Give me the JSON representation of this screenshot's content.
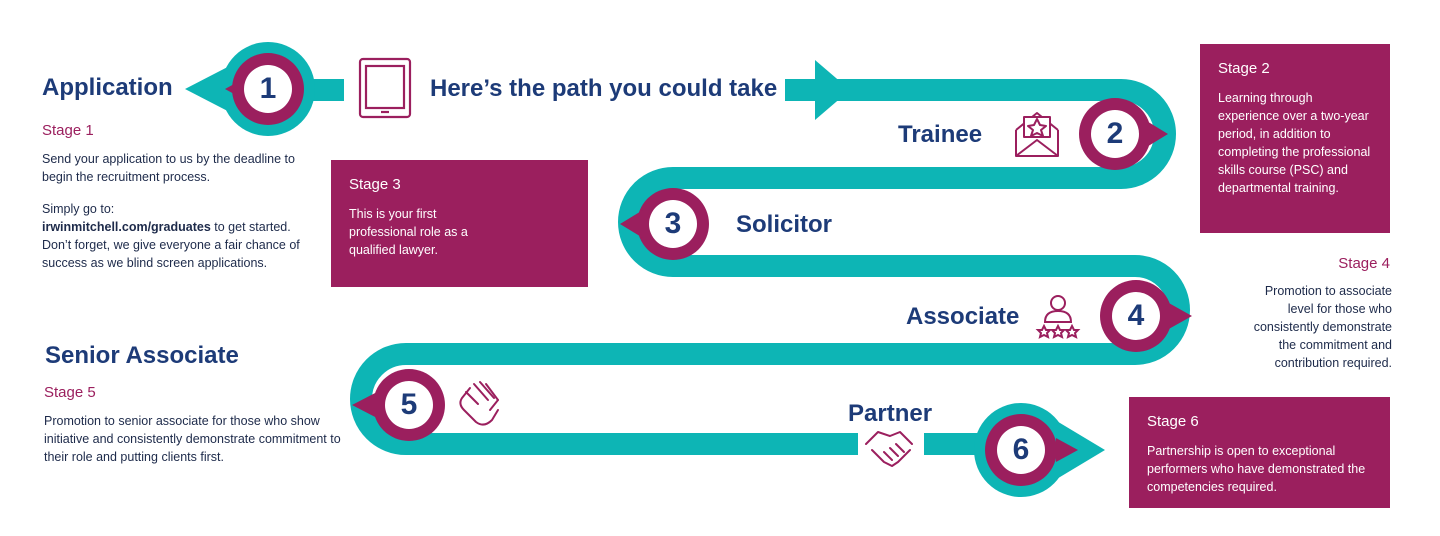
{
  "header": {
    "title": "Here’s the path you could take"
  },
  "colors": {
    "teal": "#0db5b5",
    "magenta": "#9b1f5e",
    "navy": "#1d3b78",
    "white": "#ffffff"
  },
  "stages": [
    {
      "number": "1",
      "title": "Application",
      "stage": "Stage 1",
      "icon": "tablet-icon",
      "paragraphs": [
        "Send your application to us by the deadline to begin the recruitment process."
      ],
      "link_prefix": "Simply go to:",
      "link": "irwinmitchell.com/graduates",
      "link_suffix": " to get started. Don’t forget, we give everyone a fair chance of success as we blind screen applications."
    },
    {
      "number": "2",
      "title": "Trainee",
      "stage": "Stage 2",
      "icon": "envelope-star-icon",
      "paragraphs": [
        "Learning through experience over a two-year period, in addition to completing the professional skills course (PSC) and departmental training."
      ]
    },
    {
      "number": "3",
      "title": "Solicitor",
      "stage": "Stage 3",
      "icon": "certificate-icon",
      "paragraphs": [
        "This is your first professional role as a qualified lawyer."
      ]
    },
    {
      "number": "4",
      "title": "Associate",
      "stage": "Stage 4",
      "icon": "person-stars-icon",
      "paragraphs": [
        "Promotion to associate level for those who consistently demonstrate the commitment and contribution required."
      ]
    },
    {
      "number": "5",
      "title": "Senior Associate",
      "stage": "Stage 5",
      "icon": "clapping-hands-icon",
      "paragraphs": [
        "Promotion to senior associate for those who show initiative and consistently demonstrate commitment to their role and putting clients first."
      ]
    },
    {
      "number": "6",
      "title": "Partner",
      "stage": "Stage 6",
      "icon": "handshake-icon",
      "paragraphs": [
        "Partnership is open to exceptional performers who have demonstrated the competencies required."
      ]
    }
  ]
}
